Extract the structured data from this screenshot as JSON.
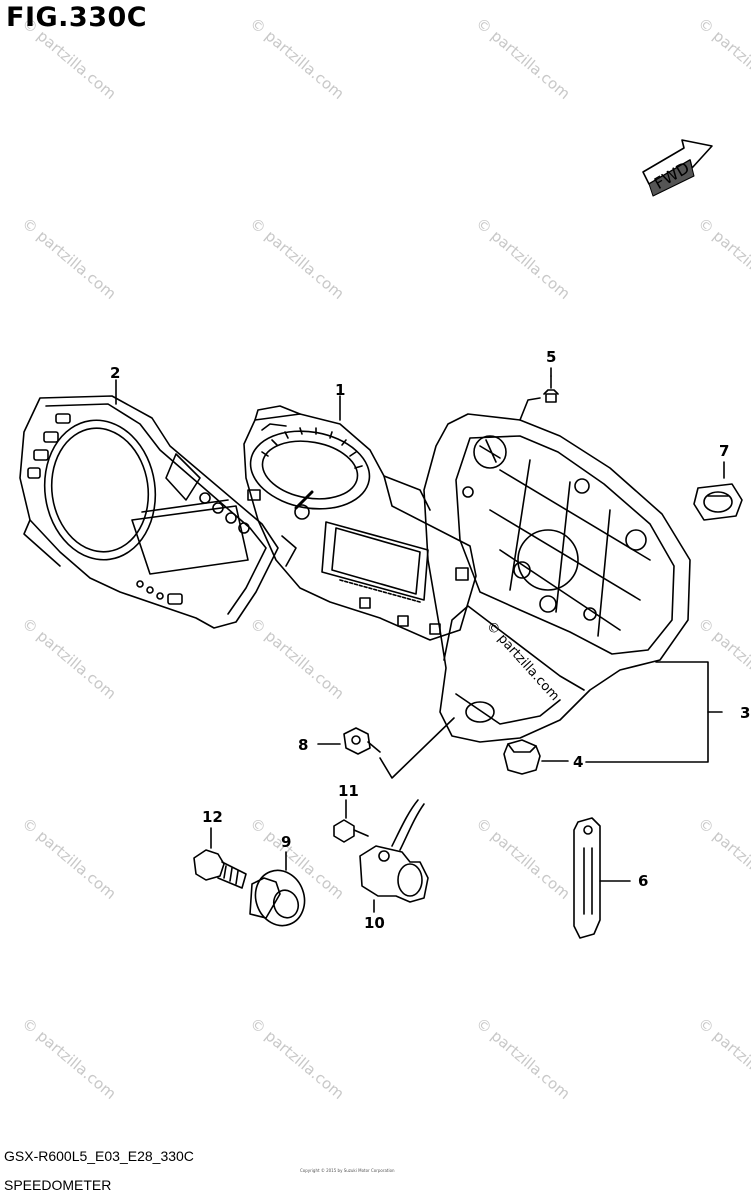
{
  "figure": {
    "title": "FIG.330C",
    "model_code": "GSX-R600L5_E03_E28_330C",
    "section_name": "SPEEDOMETER",
    "copyright_line": "Copyright © 2015 by Suzuki Motor Corporation"
  },
  "direction_arrow": {
    "label": "FWD"
  },
  "watermark": {
    "text": "© partzilla.com"
  },
  "callouts": [
    "1",
    "2",
    "3",
    "4",
    "5",
    "6",
    "7",
    "8",
    "9",
    "10",
    "11",
    "12"
  ],
  "icons": {
    "fwd_arrow": "fwd-arrow-icon",
    "meter_cover": "meter-cover-icon",
    "meter_assembly": "meter-assembly-icon",
    "meter_case": "meter-case-icon"
  }
}
